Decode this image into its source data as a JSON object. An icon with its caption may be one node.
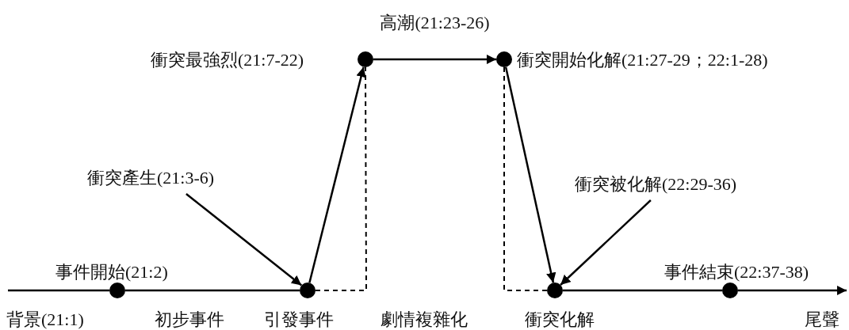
{
  "diagram": {
    "nodes": [
      {
        "text": [],
        "shape": "circle",
        "beside": [
          "事件開始(21:2)"
        ]
      },
      {
        "text": [],
        "shape": "circle"
      },
      {
        "text": [],
        "shape": "circle",
        "beside": [
          "衝突最強烈(21:7-22)"
        ]
      },
      {
        "text": [],
        "shape": "circle",
        "beside": [
          "衝突開始化解(21:27-29；22:1-28)"
        ]
      },
      {
        "text": [],
        "shape": "circle"
      },
      {
        "text": [],
        "shape": "circle",
        "beside": [
          "事件結束(22:37-38)"
        ]
      },
      {
        "text": [
          "衝突產生(21:3-6)"
        ]
      },
      {
        "text": [
          "衝突被化解(22:29-36)"
        ]
      }
    ],
    "edges": [
      {
        "from": null,
        "to": 0,
        "arrow": "none"
      },
      {
        "from": 0,
        "to": 1,
        "arrow": "none"
      },
      {
        "from": 1,
        "to": 2,
        "arrow": "to"
      },
      {
        "from": 2,
        "to": 3,
        "arrow": "to",
        "label": "高潮(21:23-26)"
      },
      {
        "from": 3,
        "to": 4,
        "arrow": "to"
      },
      {
        "from": 4,
        "to": 5,
        "arrow": "none"
      },
      {
        "from": 5,
        "to": null,
        "arrow": "to"
      },
      {
        "from": 6,
        "to": 1,
        "arrow": "to"
      },
      {
        "from": 7,
        "to": 4,
        "arrow": "to"
      },
      {
        "from": 1,
        "to": 2,
        "arrow": "none",
        "style": "dashed"
      },
      {
        "from": 3,
        "to": 4,
        "arrow": "none",
        "style": "dashed"
      }
    ],
    "labels": [
      "背景(21:1)",
      "初步事件",
      "引發事件",
      "劇情複雜化",
      "衝突化解",
      "尾聲"
    ]
  }
}
